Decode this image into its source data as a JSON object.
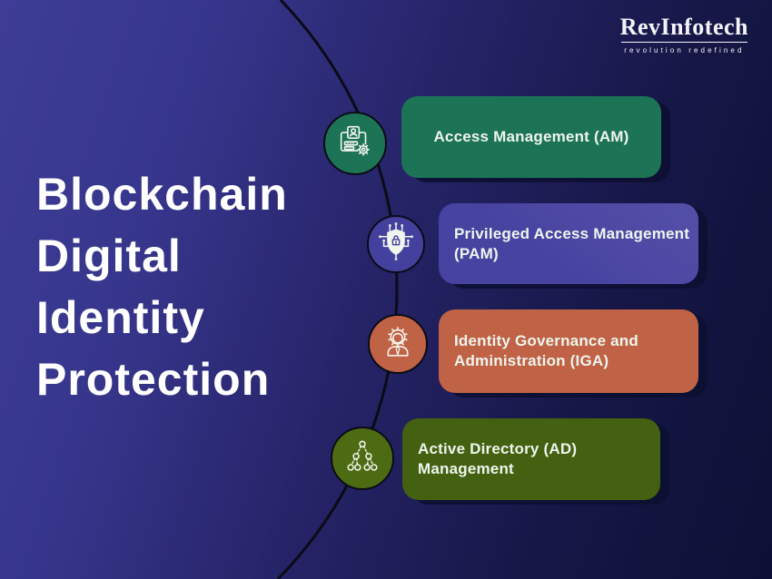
{
  "logo": {
    "name": "RevInfotech",
    "tagline": "revolution redefined"
  },
  "title": {
    "lines": [
      "Blockchain",
      "Digital",
      "Identity",
      "Protection"
    ]
  },
  "items": [
    {
      "label": "Access Management (AM)",
      "lines": [
        "Access Management (AM)"
      ],
      "card_color": "#1d7355",
      "icon": "id-card-gear-icon"
    },
    {
      "label": "Privileged Access Management (PAM)",
      "lines": [
        "Privileged Access Management",
        "(PAM)"
      ],
      "card_color": "#4743a1",
      "icon": "shield-lock-circuit-icon"
    },
    {
      "label": "Identity Governance and Administration (IGA)",
      "lines": [
        "Identity Governance and",
        "Administration (IGA)"
      ],
      "card_color": "#bf6245",
      "icon": "person-gear-icon"
    },
    {
      "label": "Active Directory (AD) Management",
      "lines": [
        "Active Directory (AD)",
        "Management"
      ],
      "card_color": "#436110",
      "icon": "org-tree-icon"
    }
  ],
  "colors": {
    "background_left": "#3e3d96",
    "background_right": "#0d1035",
    "connector_line": "#0b0b16",
    "title_text": "#ffffff",
    "card_text": "#eef5ee",
    "badge_colors": [
      "#1d7355",
      "#44419e",
      "#bf6245",
      "#4c6b13"
    ]
  }
}
